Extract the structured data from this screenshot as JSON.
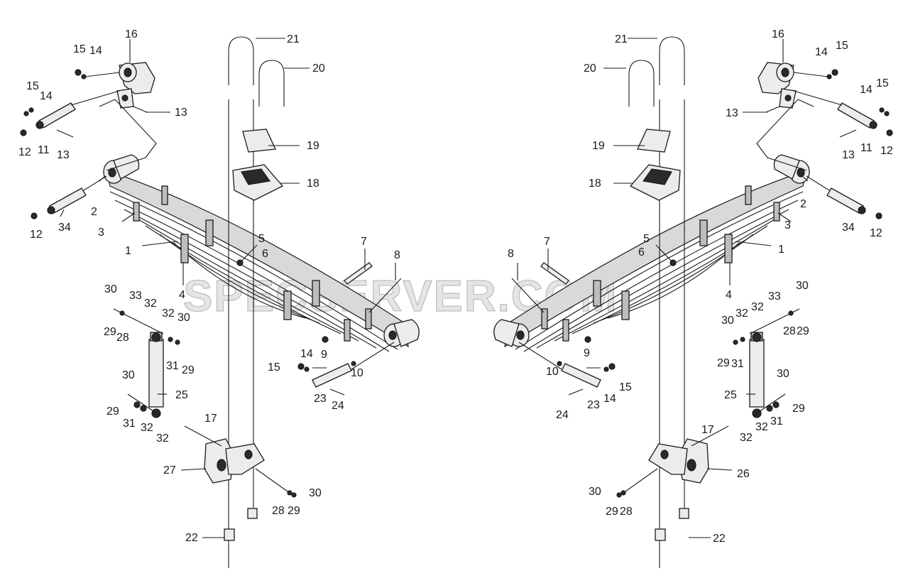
{
  "watermark": "SPECSERVER.COM",
  "left_labels": [
    "16",
    "15",
    "14",
    "15",
    "14",
    "13",
    "12",
    "11",
    "13",
    "2",
    "12",
    "34",
    "3",
    "1",
    "21",
    "20",
    "19",
    "18",
    "5",
    "6",
    "7",
    "8",
    "4",
    "30",
    "33",
    "32",
    "32",
    "30",
    "29",
    "28",
    "9",
    "31",
    "29",
    "15",
    "14",
    "10",
    "25",
    "23",
    "24",
    "30",
    "29",
    "31",
    "32",
    "32",
    "17",
    "27",
    "30",
    "28",
    "29",
    "22"
  ],
  "right_labels": [
    "21",
    "20",
    "16",
    "14",
    "15",
    "13",
    "14",
    "15",
    "12",
    "13",
    "11",
    "19",
    "18",
    "2",
    "34",
    "12",
    "3",
    "1",
    "5",
    "6",
    "7",
    "8",
    "4",
    "30",
    "33",
    "32",
    "32",
    "30",
    "28",
    "29",
    "9",
    "29",
    "31",
    "10",
    "15",
    "14",
    "23",
    "24",
    "25",
    "30",
    "29",
    "31",
    "32",
    "32",
    "17",
    "26",
    "30",
    "29",
    "28",
    "22"
  ]
}
